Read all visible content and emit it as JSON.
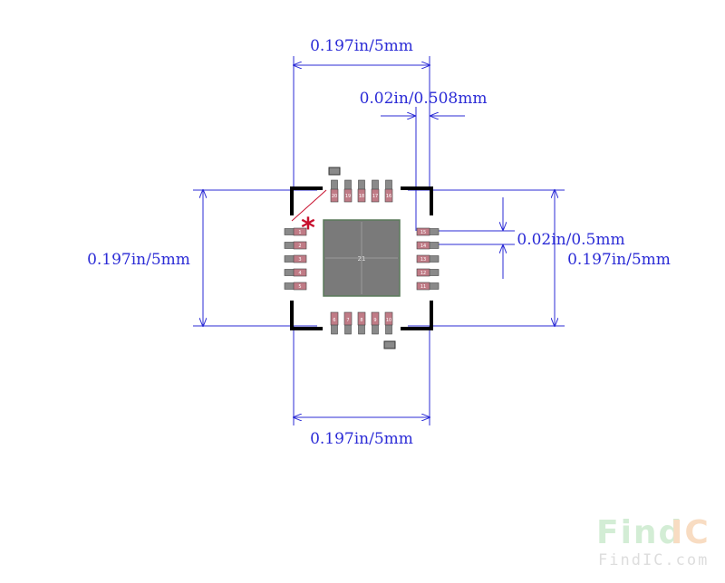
{
  "dimensions": {
    "top_width": "0.197in/5mm",
    "pin_span": "0.02in/0.508mm",
    "left_height": "0.197in/5mm",
    "pitch": "0.02in/0.5mm",
    "right_height": "0.197in/5mm",
    "bottom_width": "0.197in/5mm"
  },
  "pin1_marker": "*",
  "thermal_pad_label": "21",
  "pins": {
    "top": [
      "20",
      "19",
      "18",
      "17",
      "16"
    ],
    "left": [
      "1",
      "2",
      "3",
      "4",
      "5"
    ],
    "bottom": [
      "6",
      "7",
      "8",
      "9",
      "10"
    ],
    "right": [
      "15",
      "14",
      "13",
      "12",
      "11"
    ]
  },
  "watermark": {
    "brand_find": "Find",
    "brand_ic": "IC",
    "url": "FindIC.com"
  },
  "colors": {
    "dimension_lines": "#2b2bd6",
    "pin_fill": "#c07b86",
    "pin_body": "#8a8a8a",
    "thermal_pad": "#7a7a7a",
    "outline": "#000000",
    "pin1_marker": "#c8102e"
  }
}
